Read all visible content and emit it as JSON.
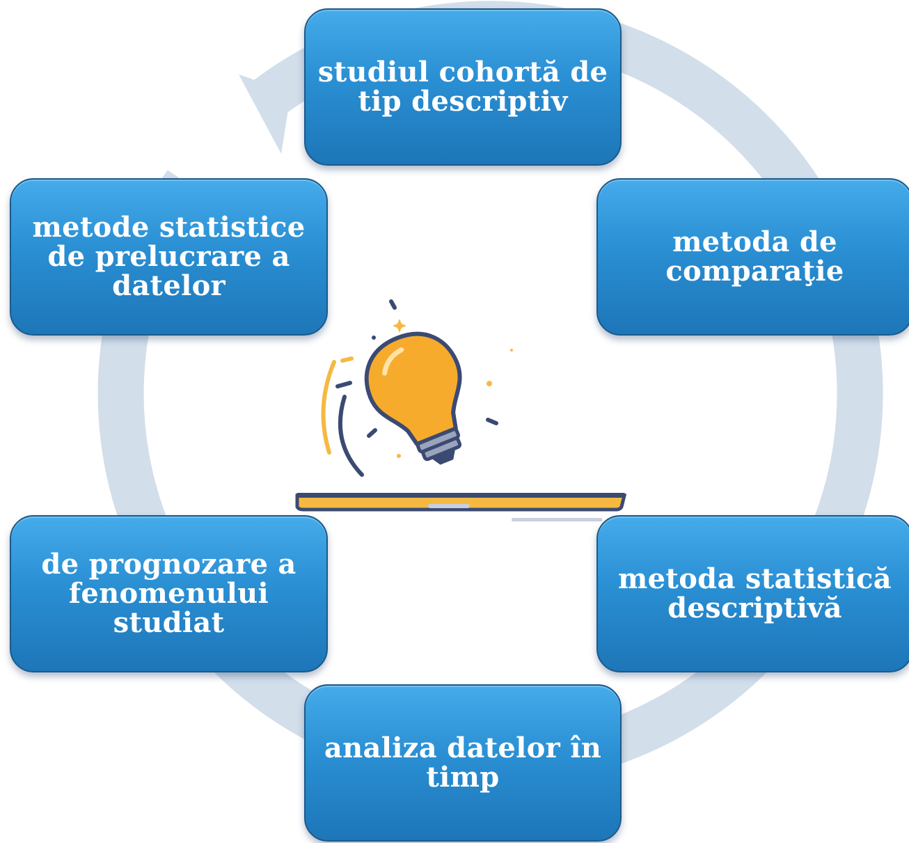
{
  "diagram": {
    "nodes": [
      {
        "id": "top",
        "label": "studiul cohortă de tip descriptiv"
      },
      {
        "id": "top-right",
        "label": "metoda de comparaţie"
      },
      {
        "id": "bottom-right",
        "label": "metoda statistică descriptivă"
      },
      {
        "id": "bottom",
        "label": "analiza datelor în timp"
      },
      {
        "id": "bottom-left",
        "label": "de prognozare a fenomenului studiat"
      },
      {
        "id": "top-left",
        "label": "metode statistice de prelucrare a datelor"
      }
    ],
    "center_icon": "lightbulb-on-laptop-icon",
    "ring_style": "circular-arrow",
    "colors": {
      "node_fill": "#2a8fd3",
      "node_border": "#1b5a8a",
      "node_text": "#ffffff",
      "ring": "#d2deea",
      "bulb": "#f7ab2c",
      "laptop_base": "#f5b942",
      "outline": "#3b4a72"
    }
  }
}
